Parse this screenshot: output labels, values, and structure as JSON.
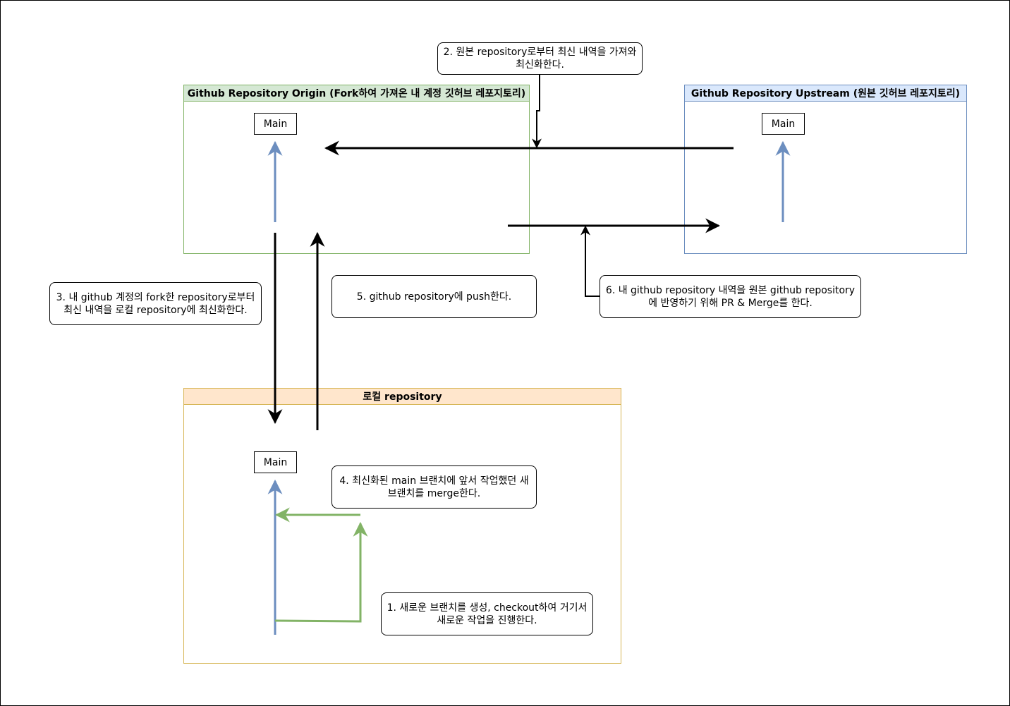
{
  "groups": {
    "origin": {
      "title": "Github Repository Origin (Fork하여 가져온 내 계정 깃허브 레포지토리)",
      "branch": "Main"
    },
    "upstream": {
      "title": "Github Repository Upstream (원본 깃허브 레포지토리)",
      "branch": "Main"
    },
    "local": {
      "title": "로컬 repository",
      "branch": "Main"
    }
  },
  "steps": {
    "step1": "1. 새로운 브랜치를 생성, checkout하여 거기서 새로운 작업을 진행한다.",
    "step2": "2. 원본 repository로부터 최신 내역을 가져와 최신화한다.",
    "step3": "3. 내 github 계정의 fork한 repository로부터 최신 내역을 로컬 repository에 최신화한다.",
    "step4": "4. 최신화된 main 브랜치에 앞서 작업했던 새 브랜치를 merge한다.",
    "step5": "5. github repository에 push한다.",
    "step6": "6. 내 github repository 내역을 원본 github repository에 반영하기 위해 PR & Merge를 한다."
  },
  "colors": {
    "branch_line": "#6c8ebf",
    "feature_line": "#82b366",
    "origin_border": "#82b366",
    "origin_fill": "#d5e8d4",
    "upstream_border": "#6c8ebf",
    "upstream_fill": "#dae8fc",
    "local_border": "#d6b656",
    "local_fill": "#ffe6cc"
  }
}
